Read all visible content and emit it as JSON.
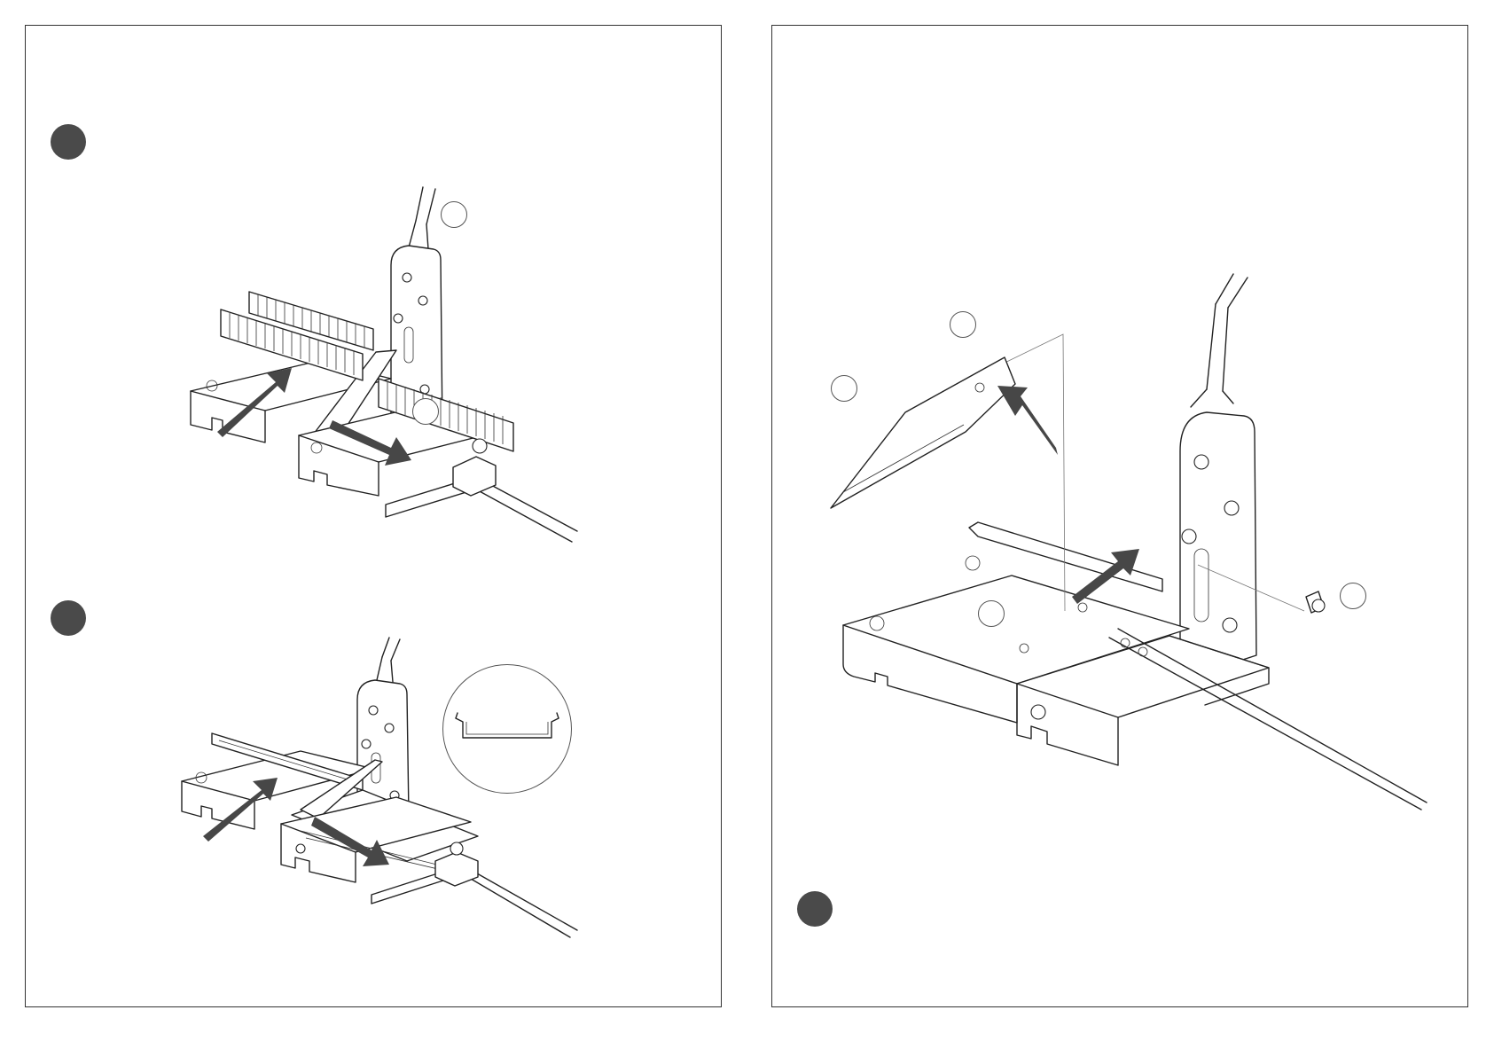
{
  "pages": [
    {
      "steps": [
        {
          "id": "step-a",
          "callouts": 2,
          "zoom_detail": false
        },
        {
          "id": "step-b",
          "callouts": 0,
          "zoom_detail": true
        }
      ]
    },
    {
      "steps": [
        {
          "id": "step-c",
          "callouts": 4,
          "zoom_detail": false
        }
      ]
    }
  ],
  "colors": {
    "step_marker": "#4a4a4a",
    "arrow": "#474747",
    "line": "#222222",
    "page_border": "#333333"
  },
  "icons": [
    "step-marker-dot",
    "direction-arrow",
    "hex-nut-icon",
    "socket-screw-icon"
  ]
}
